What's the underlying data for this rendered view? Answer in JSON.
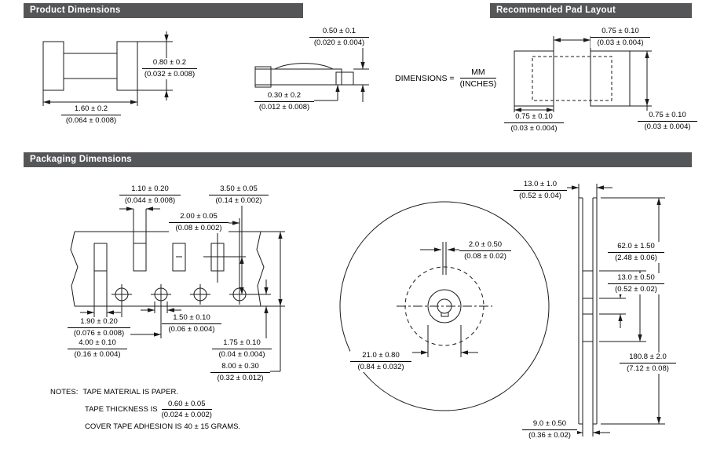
{
  "colors": {
    "header_bg": "#555658",
    "header_text": "#ffffff",
    "line": "#1a1a1a",
    "dome_fill": "#c6c7c9"
  },
  "headers": {
    "product": "Product Dimensions",
    "pad": "Recommended Pad Layout",
    "packaging": "Packaging Dimensions"
  },
  "units_note": {
    "label": "DIMENSIONS =",
    "mm": "MM",
    "inches": "(INCHES)"
  },
  "product": {
    "front_height": {
      "mm": "0.80 ± 0.2",
      "in": "(0.032 ± 0.008)"
    },
    "front_width": {
      "mm": "1.60 ± 0.2",
      "in": "(0.064 ± 0.008)"
    },
    "side_height": {
      "mm": "0.50 ± 0.1",
      "in": "(0.020 ± 0.004)"
    },
    "side_terminal": {
      "mm": "0.30 ± 0.2",
      "in": "(0.012 ± 0.008)"
    }
  },
  "pad_layout": {
    "gap": {
      "mm": "0.75 ± 0.10",
      "in": "(0.03 ± 0.004)"
    },
    "left_pad_width": {
      "mm": "0.75 ± 0.10",
      "in": "(0.03 ± 0.004)"
    },
    "pad_height": {
      "mm": "0.75 ± 0.10",
      "in": "(0.03 ± 0.004)"
    }
  },
  "tape": {
    "pocket_width": {
      "mm": "1.10 ± 0.20",
      "in": "(0.044 ± 0.008)"
    },
    "pocket_to_hole": {
      "mm": "3.50 ± 0.05",
      "in": "(0.14 ± 0.002)"
    },
    "hole_to_pocket": {
      "mm": "2.00 ± 0.05",
      "in": "(0.08 ± 0.002)"
    },
    "pocket_length": {
      "mm": "1.90 ± 0.20",
      "in": "(0.076 ± 0.008)"
    },
    "hole_diameter": {
      "mm": "1.50 ± 0.10",
      "in": "(0.06 ± 0.004)"
    },
    "hole_pitch": {
      "mm": "4.00 ± 0.10",
      "in": "(0.16 ± 0.004)"
    },
    "edge_to_hole": {
      "mm": "1.75 ± 0.10",
      "in": "(0.04 ± 0.004)"
    },
    "tape_width": {
      "mm": "8.00 ± 0.30",
      "in": "(0.32 ± 0.012)"
    },
    "notes": {
      "label": "NOTES:",
      "line1": "TAPE MATERIAL IS PAPER.",
      "line2_prefix": "TAPE THICKNESS IS",
      "thickness": {
        "mm": "0.60 ± 0.05",
        "in": "(0.024 ± 0.002)"
      },
      "line3": "COVER TAPE ADHESION IS 40 ± 15 GRAMS."
    }
  },
  "reel": {
    "slot_width": {
      "mm": "2.0 ± 0.50",
      "in": "(0.08 ± 0.02)"
    },
    "hub_window": {
      "mm": "21.0 ± 0.80",
      "in": "(0.84 ± 0.032)"
    },
    "reel_width": {
      "mm": "13.0 ± 1.0",
      "in": "(0.52 ± 0.04)"
    },
    "hub_diameter": {
      "mm": "62.0 ± 1.50",
      "in": "(2.48 ± 0.06)"
    },
    "arbor_diameter": {
      "mm": "13.0 ± 0.50",
      "in": "(0.52 ± 0.02)"
    },
    "flange_diameter": {
      "mm": "180.8 ± 2.0",
      "in": "(7.12 ± 0.08)"
    },
    "hub_width": {
      "mm": "9.0 ± 0.50",
      "in": "(0.36 ± 0.02)"
    }
  }
}
